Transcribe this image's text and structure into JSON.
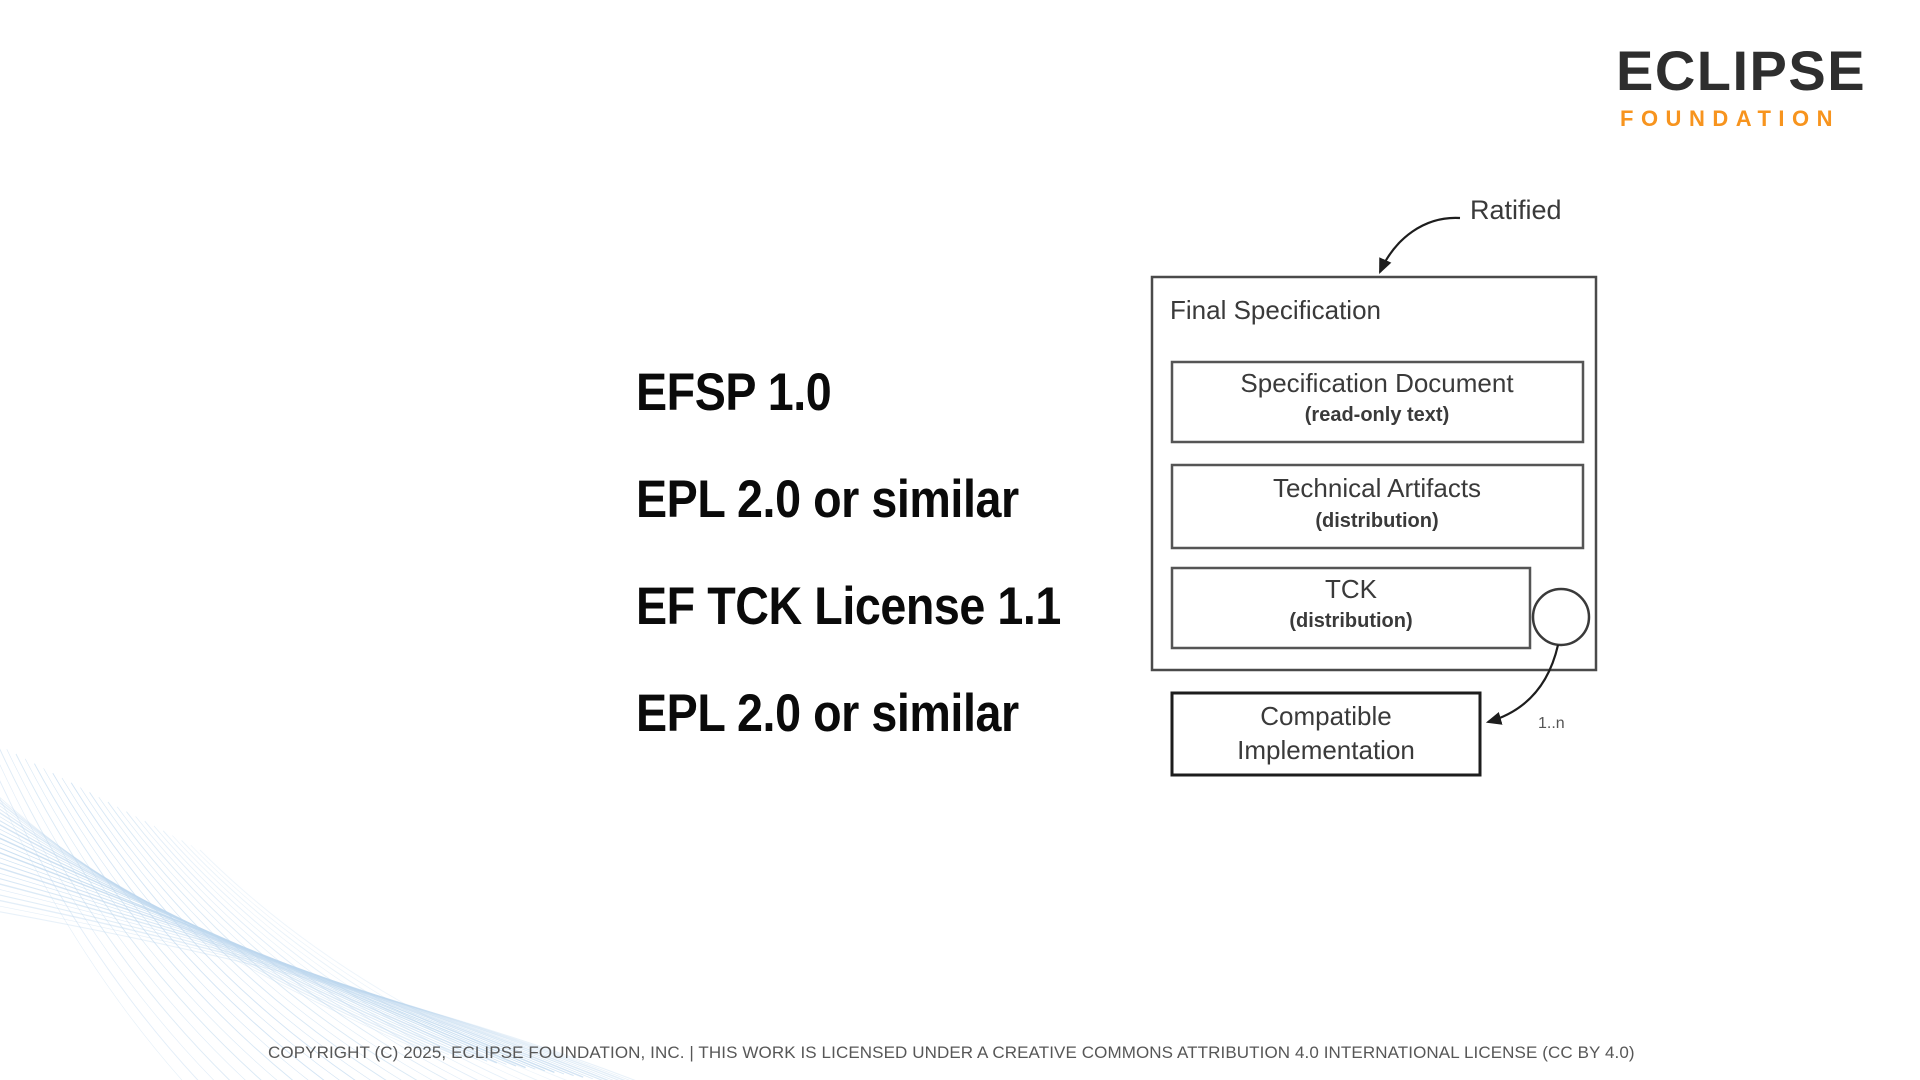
{
  "slide": {
    "background_color": "#ffffff"
  },
  "logo": {
    "name": "Eclipse Foundation",
    "primary_text": "ECLIPSE",
    "secondary_text": "FOUNDATION",
    "dark_color": "#2e2e2e",
    "accent_color": "#f7941e"
  },
  "license_list": {
    "items": [
      {
        "label": "EFSP 1.0"
      },
      {
        "label": "EPL 2.0 or similar"
      },
      {
        "label": "EF TCK License 1.1"
      },
      {
        "label": "EPL 2.0 or similar"
      }
    ]
  },
  "diagram": {
    "annotation_label": "Ratified",
    "outer_box_title": "Final Specification",
    "inner_boxes": [
      {
        "title": "Specification Document",
        "subtitle": "(read-only text)"
      },
      {
        "title": "Technical Artifacts",
        "subtitle": "(distribution)"
      },
      {
        "title": "TCK",
        "subtitle": "(distribution)"
      }
    ],
    "compatible_implementation": {
      "line1": "Compatible",
      "line2": "Implementation"
    },
    "multiplicity_label": "1..n"
  },
  "footer": {
    "text": "COPYRIGHT (C) 2025, ECLIPSE FOUNDATION, INC. | THIS WORK IS LICENSED UNDER A CREATIVE COMMONS ATTRIBUTION 4.0 INTERNATIONAL LICENSE (CC BY 4.0)",
    "color": "#575757"
  },
  "decor": {
    "line_color": "#bdd7ee"
  }
}
